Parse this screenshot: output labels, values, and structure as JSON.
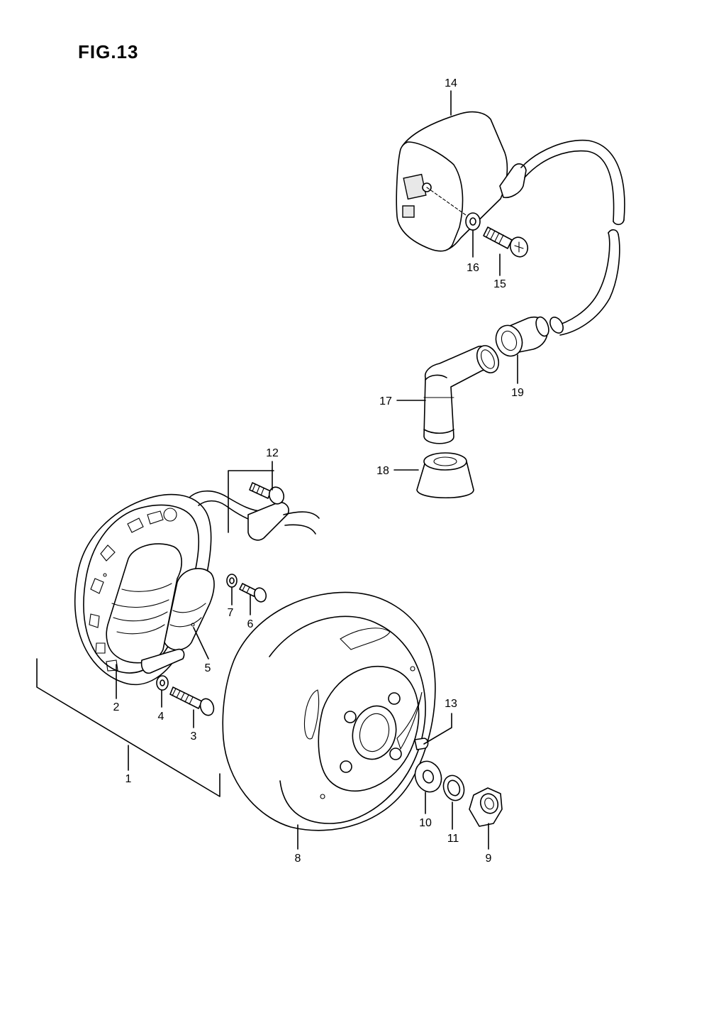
{
  "figure": {
    "title": "FIG.13"
  },
  "callouts": [
    {
      "id": "p1",
      "label": "1"
    },
    {
      "id": "p2",
      "label": "2"
    },
    {
      "id": "p3",
      "label": "3"
    },
    {
      "id": "p4",
      "label": "4"
    },
    {
      "id": "p5",
      "label": "5"
    },
    {
      "id": "p6",
      "label": "6"
    },
    {
      "id": "p7",
      "label": "7"
    },
    {
      "id": "p8",
      "label": "8"
    },
    {
      "id": "p9",
      "label": "9"
    },
    {
      "id": "p10",
      "label": "10"
    },
    {
      "id": "p11",
      "label": "11"
    },
    {
      "id": "p12",
      "label": "12"
    },
    {
      "id": "p13",
      "label": "13"
    },
    {
      "id": "p14",
      "label": "14"
    },
    {
      "id": "p15",
      "label": "15"
    },
    {
      "id": "p16",
      "label": "16"
    },
    {
      "id": "p17",
      "label": "17"
    },
    {
      "id": "p18",
      "label": "18"
    },
    {
      "id": "p19",
      "label": "19"
    }
  ]
}
